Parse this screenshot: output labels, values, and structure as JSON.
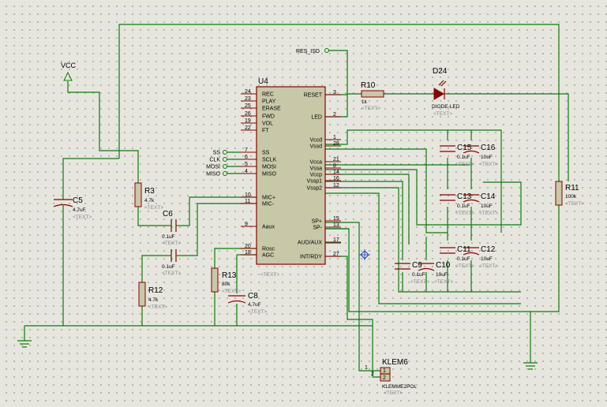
{
  "u4": {
    "ref": "U4",
    "left_pins": [
      {
        "num": "24",
        "name": "REC"
      },
      {
        "num": "23",
        "name": "PLAY"
      },
      {
        "num": "25",
        "name": "ERASE"
      },
      {
        "num": "26",
        "name": "FWD"
      },
      {
        "num": "19",
        "name": "VOL"
      },
      {
        "num": "22",
        "name": "FT"
      },
      {
        "num": "7",
        "name": "SS"
      },
      {
        "num": "6",
        "name": "SCLK"
      },
      {
        "num": "5",
        "name": "MOSI"
      },
      {
        "num": "4",
        "name": "MISO"
      },
      {
        "num": "10",
        "name": "MIC+"
      },
      {
        "num": "11",
        "name": "MIC-"
      },
      {
        "num": "9",
        "name": "Aaux"
      },
      {
        "num": "20",
        "name": "Rosc"
      },
      {
        "num": "18",
        "name": "AGC"
      }
    ],
    "right_pins": [
      {
        "num": "3",
        "name": "RESET"
      },
      {
        "num": "2",
        "name": "LED"
      },
      {
        "num": "1",
        "name": "Vccd"
      },
      {
        "num": "28",
        "name": "Vssd"
      },
      {
        "num": "21",
        "name": "Vcca"
      },
      {
        "num": "8",
        "name": "Vssa"
      },
      {
        "num": "14",
        "name": "Vccp"
      },
      {
        "num": "16",
        "name": "Vssp1"
      },
      {
        "num": "12",
        "name": "Vssp2"
      },
      {
        "num": "15",
        "name": "SP+"
      },
      {
        "num": "13",
        "name": "SP-"
      },
      {
        "num": "17",
        "name": "AUD/AUX"
      },
      {
        "num": "27",
        "name": "INT/RDY"
      }
    ]
  },
  "spi": [
    "SS",
    "CLK",
    "MOSI",
    "MISO"
  ],
  "res_isd": "RES_ISD",
  "vcc": "VCC",
  "text_placeholder": "<TEXT>",
  "parts": {
    "r10": {
      "ref": "R10",
      "val": "1k"
    },
    "d24": {
      "ref": "D24",
      "val": "DIODE-LED"
    },
    "r3": {
      "ref": "R3",
      "val": "4.7k"
    },
    "c5": {
      "ref": "C5",
      "val": "4.7uF"
    },
    "c6": {
      "ref": "C6",
      "val": "0.1uF"
    },
    "c6b": {
      "val": "0.1uF"
    },
    "r12": {
      "ref": "R12",
      "val": "4.7k"
    },
    "r13": {
      "ref": "R13",
      "val": "80k"
    },
    "c8": {
      "ref": "C8",
      "val": "4.7uF"
    },
    "r11": {
      "ref": "R11",
      "val": "100k"
    },
    "c15": {
      "ref": "C15",
      "val": "0.1uF"
    },
    "c16": {
      "ref": "C16",
      "val": "10uF"
    },
    "c13": {
      "ref": "C13",
      "val": "0.1uF"
    },
    "c14": {
      "ref": "C14",
      "val": "10uF"
    },
    "c11": {
      "ref": "C11",
      "val": "0.1uF"
    },
    "c12": {
      "ref": "C12",
      "val": "10uF"
    },
    "c9": {
      "ref": "C9",
      "val": "0.1uF"
    },
    "c10": {
      "ref": "C10",
      "val": "10uF"
    },
    "klem": {
      "ref": "KLEM6",
      "val": "KLEMME2POL",
      "pin1": "1",
      "pin2": "2"
    }
  }
}
